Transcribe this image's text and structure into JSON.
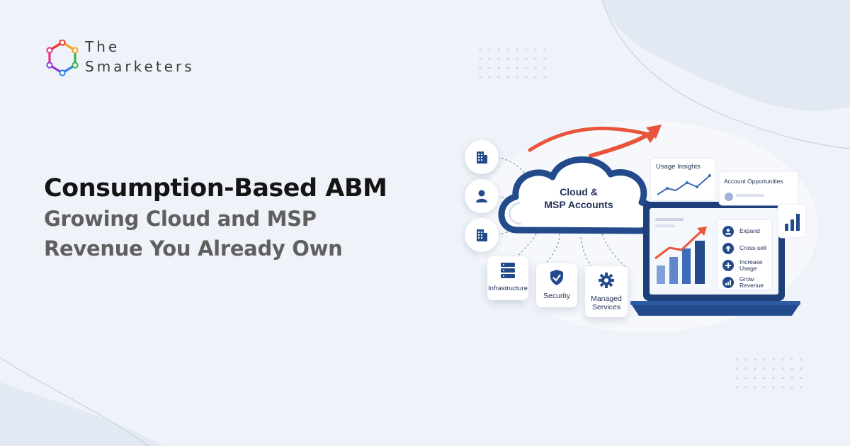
{
  "brand": {
    "line1": "The",
    "line2": "Smarketers",
    "logo_icon": "network-hexagon-logo",
    "logo_colors": [
      "#e8322b",
      "#f7a21b",
      "#2db34a",
      "#2f80ed",
      "#8e3bd6",
      "#e0338a"
    ]
  },
  "headline": {
    "title": "Consumption-Based ABM",
    "subtitle_line1": "Growing Cloud and MSP",
    "subtitle_line2": "Revenue You Already Own"
  },
  "illustration": {
    "cloud_line1": "Cloud &",
    "cloud_line2": "MSP Accounts",
    "left_icons": [
      "building-icon",
      "user-icon",
      "building-icon"
    ],
    "services": [
      {
        "icon": "server-icon",
        "label": "Infrastructure"
      },
      {
        "icon": "shield-check-icon",
        "label": "Security"
      },
      {
        "icon": "gear-icon",
        "label_line1": "Managed",
        "label_line2": "Services"
      }
    ],
    "usage_card_title": "Usage Insights",
    "opportunities_card_title": "Account Opportunities",
    "actions": [
      {
        "icon": "user-icon",
        "label": "Expand"
      },
      {
        "icon": "arrow-up-icon",
        "label": "Cross-sell"
      },
      {
        "icon": "plus-icon",
        "label_line1": "Increase",
        "label_line2": "Usage"
      },
      {
        "icon": "bar-chart-icon",
        "label_line1": "Grow",
        "label_line2": "Revenue"
      }
    ],
    "accent_color": "#e9553b",
    "primary_color": "#234b8c"
  }
}
